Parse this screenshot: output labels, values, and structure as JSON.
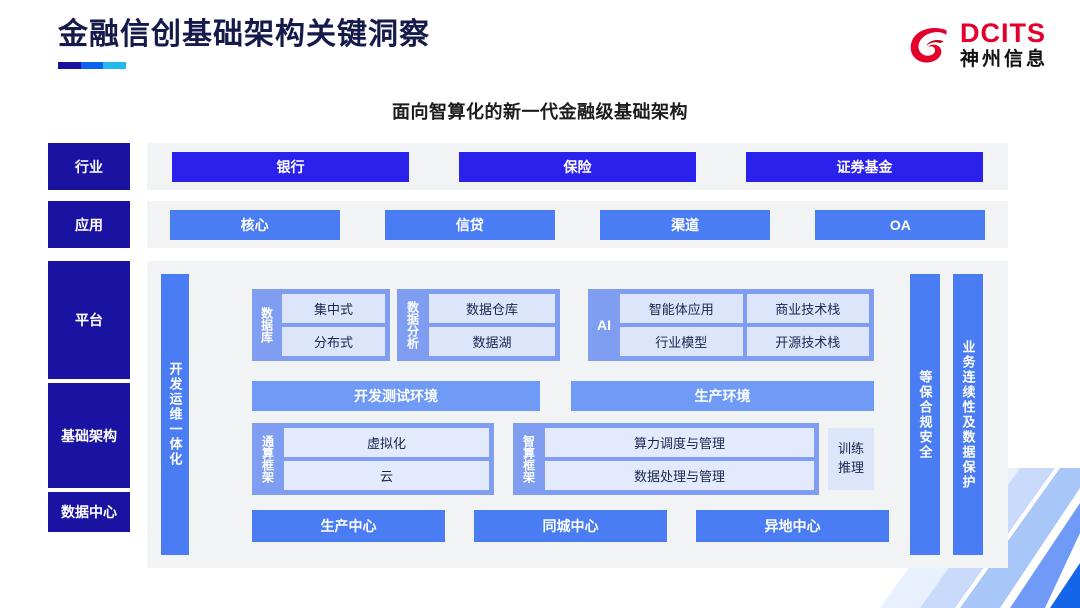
{
  "header": {
    "title": "金融信创基础架构关键洞察",
    "accent_colors": [
      "#1a0f9e",
      "#0b62f0",
      "#22b9ef"
    ],
    "logo_en": "DCITS",
    "logo_cn": "神州信息",
    "logo_color": "#e4002b"
  },
  "subtitle": "面向智算化的新一代金融级基础架构",
  "palette": {
    "row_label": "#1a12a0",
    "industry_pill": "#2a21ed",
    "app_pill": "#4a7cf4",
    "panel_bg": "#f2f3f5",
    "group_bg": "#7f9ef2",
    "cell_bg": "#dde5fb",
    "env_bar": "#6f9bf6"
  },
  "rows": {
    "industry": {
      "label": "行业",
      "items": [
        "银行",
        "保险",
        "证券基金"
      ]
    },
    "application": {
      "label": "应用",
      "items": [
        "核心",
        "信贷",
        "渠道",
        "OA"
      ]
    },
    "platform": {
      "label": "平台"
    },
    "infrastructure": {
      "label": "基础架构"
    },
    "datacenter": {
      "label": "数据中心"
    }
  },
  "platform": {
    "devops_bar": "开发运维一体化",
    "groups": {
      "database": {
        "label": "数据库",
        "cells": [
          "集中式",
          "分布式"
        ]
      },
      "data_analysis": {
        "label": "数据分析",
        "cells": [
          "数据仓库",
          "数据湖"
        ]
      },
      "ai": {
        "label": "AI",
        "col1": [
          "智能体应用",
          "行业模型"
        ],
        "col2": [
          "商业技术栈",
          "开源技术栈"
        ]
      }
    },
    "environments": [
      "开发测试环境",
      "生产环境"
    ],
    "compute": {
      "general": {
        "label": "通算框架",
        "cells": [
          "虚拟化",
          "云"
        ]
      },
      "intelligent": {
        "label": "智算框架",
        "cells": [
          "算力调度与管理",
          "数据处理与管理"
        ],
        "side": "训练\n推理",
        "side_line1": "训练",
        "side_line2": "推理"
      }
    },
    "datacenters": [
      "生产中心",
      "同城中心",
      "异地中心"
    ],
    "right_bars": [
      "等保合规安全",
      "业务连续性及数据保护"
    ]
  }
}
